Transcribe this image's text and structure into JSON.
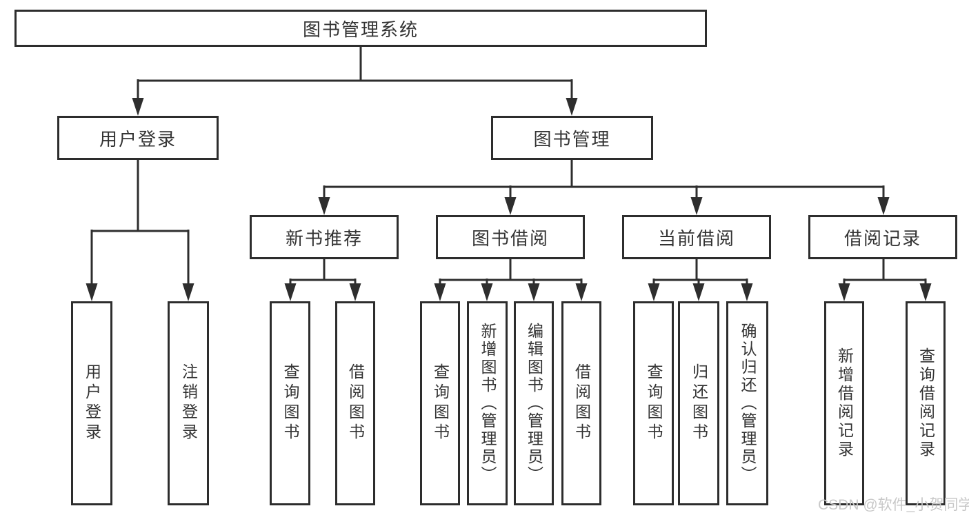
{
  "title": "图书管理系统",
  "tree": {
    "root": {
      "label": "图书管理系统"
    },
    "branches": [
      {
        "label": "用户登录",
        "children": [
          {
            "label": "用户登录"
          },
          {
            "label": "注销登录"
          }
        ]
      },
      {
        "label": "图书管理",
        "groups": [
          {
            "label": "新书推荐",
            "children": [
              {
                "label": "查询图书"
              },
              {
                "label": "借阅图书"
              }
            ]
          },
          {
            "label": "图书借阅",
            "children": [
              {
                "label": "查询图书"
              },
              {
                "label": "新增图书（管理员）"
              },
              {
                "label": "编辑图书（管理员）"
              },
              {
                "label": "借阅图书"
              }
            ]
          },
          {
            "label": "当前借阅",
            "children": [
              {
                "label": "查询图书"
              },
              {
                "label": "归还图书"
              },
              {
                "label": "确认归还（管理员）"
              }
            ]
          },
          {
            "label": "借阅记录",
            "children": [
              {
                "label": "新增借阅记录"
              },
              {
                "label": "查询借阅记录"
              }
            ]
          }
        ]
      }
    ]
  },
  "watermark": "CSDN @软件_小贺同学",
  "colors": {
    "line": "#2e2e2e",
    "border": "#2d2d2d",
    "text": "#333333",
    "background": "#ffffff",
    "watermark": "#c8c8c8"
  }
}
